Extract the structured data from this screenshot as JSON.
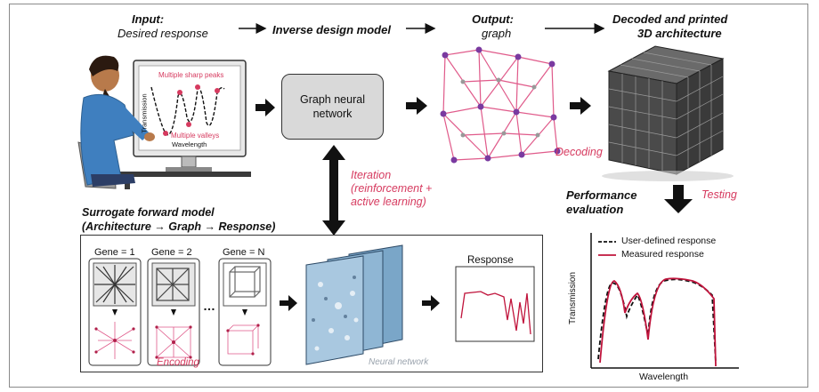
{
  "header": {
    "input_label": "Input:",
    "input_sub": "Desired response",
    "inverse_model": "Inverse design model",
    "output_label": "Output:",
    "output_sub": "graph",
    "decoded_line1": "Decoded and printed",
    "decoded_line2": "3D architecture"
  },
  "monitor_chart": {
    "annot_top": "Multiple sharp peaks",
    "annot_bottom": "Multiple valleys",
    "ylabel": "Transmission",
    "xlabel": "Wavelength"
  },
  "gnn": {
    "line1": "Graph neural",
    "line2": "network"
  },
  "decoding_label": "Decoding",
  "iteration": {
    "line1": "Iteration",
    "line2": "(reinforcement +",
    "line3": "active learning)"
  },
  "surrogate": {
    "line1": "Surrogate forward model",
    "line2": "(Architecture → Graph → Response)"
  },
  "genes": [
    "Gene = 1",
    "Gene = 2",
    "Gene = N"
  ],
  "ellipsis": "…",
  "encoding_label": "Encoding",
  "neural_network_label": "Neural network",
  "response_label": "Response",
  "performance": {
    "line1": "Performance",
    "line2": "evaluation"
  },
  "testing_label": "Testing",
  "eval_chart": {
    "legend": [
      "User-defined response",
      "Measured response"
    ],
    "ylabel": "Transmission",
    "xlabel": "Wavelength"
  },
  "colors": {
    "accent": "#d63a5f",
    "box_fill": "#d9d9d9",
    "ink": "#111111"
  }
}
